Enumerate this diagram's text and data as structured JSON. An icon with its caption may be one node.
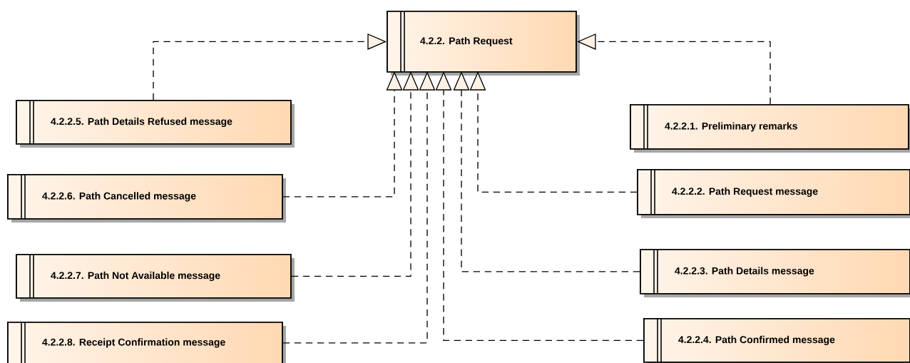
{
  "diagram": {
    "nodes": [
      {
        "text": [
          "4.2.2. Path Request"
        ]
      },
      {
        "text": [
          "4.2.2.1. Preliminary remarks"
        ]
      },
      {
        "text": [
          "4.2.2.2. Path Request message"
        ]
      },
      {
        "text": [
          "4.2.2.3. Path Details message"
        ]
      },
      {
        "text": [
          "4.2.2.4. Path Confirmed message"
        ]
      },
      {
        "text": [
          "4.2.2.5. Path Details Refused message"
        ]
      },
      {
        "text": [
          "4.2.2.6. Path Cancelled message"
        ]
      },
      {
        "text": [
          "4.2.2.7. Path Not Available message"
        ]
      },
      {
        "text": [
          "4.2.2.8. Receipt Confirmation message"
        ]
      }
    ],
    "edges": [
      {
        "from": 1,
        "to": 0,
        "arrow": "to",
        "style": "dashed"
      },
      {
        "from": 2,
        "to": 0,
        "arrow": "to",
        "style": "dashed"
      },
      {
        "from": 3,
        "to": 0,
        "arrow": "to",
        "style": "dashed"
      },
      {
        "from": 4,
        "to": 0,
        "arrow": "to",
        "style": "dashed"
      },
      {
        "from": 5,
        "to": 0,
        "arrow": "to",
        "style": "dashed"
      },
      {
        "from": 6,
        "to": 0,
        "arrow": "to",
        "style": "dashed"
      },
      {
        "from": 7,
        "to": 0,
        "arrow": "to",
        "style": "dashed"
      },
      {
        "from": 8,
        "to": 0,
        "arrow": "to",
        "style": "dashed"
      }
    ]
  }
}
